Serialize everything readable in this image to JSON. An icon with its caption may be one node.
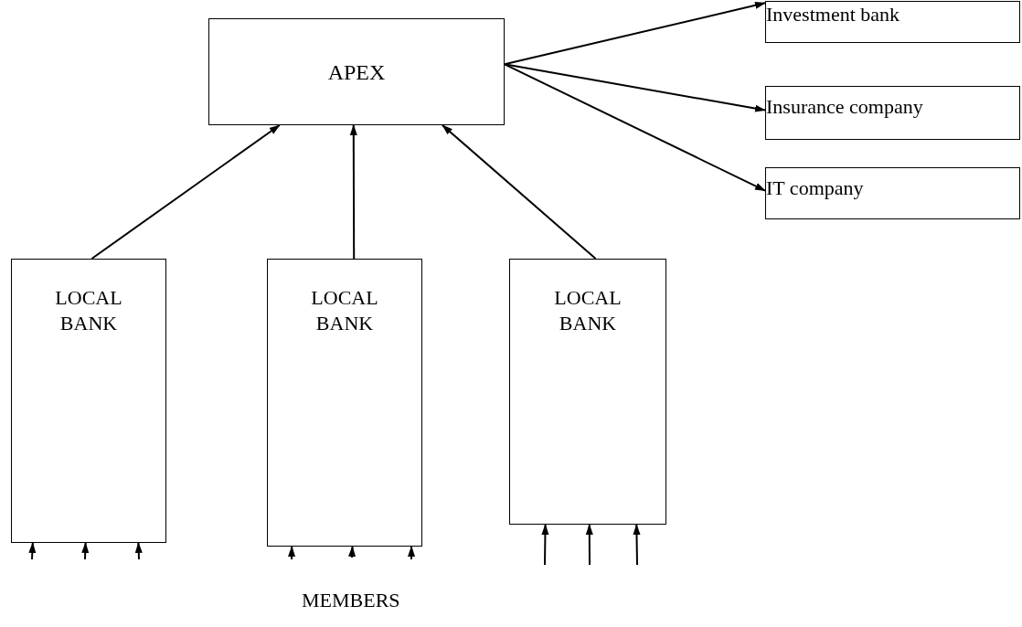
{
  "diagram": {
    "nodes": [
      {
        "text": [
          "APEX"
        ]
      },
      {
        "text": [
          "Investment bank"
        ]
      },
      {
        "text": [
          "Insurance company"
        ]
      },
      {
        "text": [
          "IT company"
        ]
      },
      {
        "text": [
          "LOCAL BANK"
        ]
      },
      {
        "text": [
          "LOCAL BANK"
        ]
      },
      {
        "text": [
          "LOCAL BANK"
        ]
      }
    ],
    "edges": [
      {
        "from": 0,
        "to": 1,
        "arrow": "to"
      },
      {
        "from": 0,
        "to": 2,
        "arrow": "to"
      },
      {
        "from": 0,
        "to": 3,
        "arrow": "to"
      },
      {
        "from": 4,
        "to": 0,
        "arrow": "to"
      },
      {
        "from": 5,
        "to": 0,
        "arrow": "to"
      },
      {
        "from": 6,
        "to": 0,
        "arrow": "to"
      },
      {
        "from": null,
        "to": 4,
        "arrow": "to"
      },
      {
        "from": null,
        "to": 4,
        "arrow": "to"
      },
      {
        "from": null,
        "to": 4,
        "arrow": "to"
      },
      {
        "from": null,
        "to": 5,
        "arrow": "to"
      },
      {
        "from": null,
        "to": 5,
        "arrow": "to"
      },
      {
        "from": null,
        "to": 5,
        "arrow": "to"
      },
      {
        "from": null,
        "to": 6,
        "arrow": "to"
      },
      {
        "from": null,
        "to": 6,
        "arrow": "to"
      },
      {
        "from": null,
        "to": 6,
        "arrow": "to"
      }
    ],
    "labels": [
      "MEMBERS"
    ]
  }
}
